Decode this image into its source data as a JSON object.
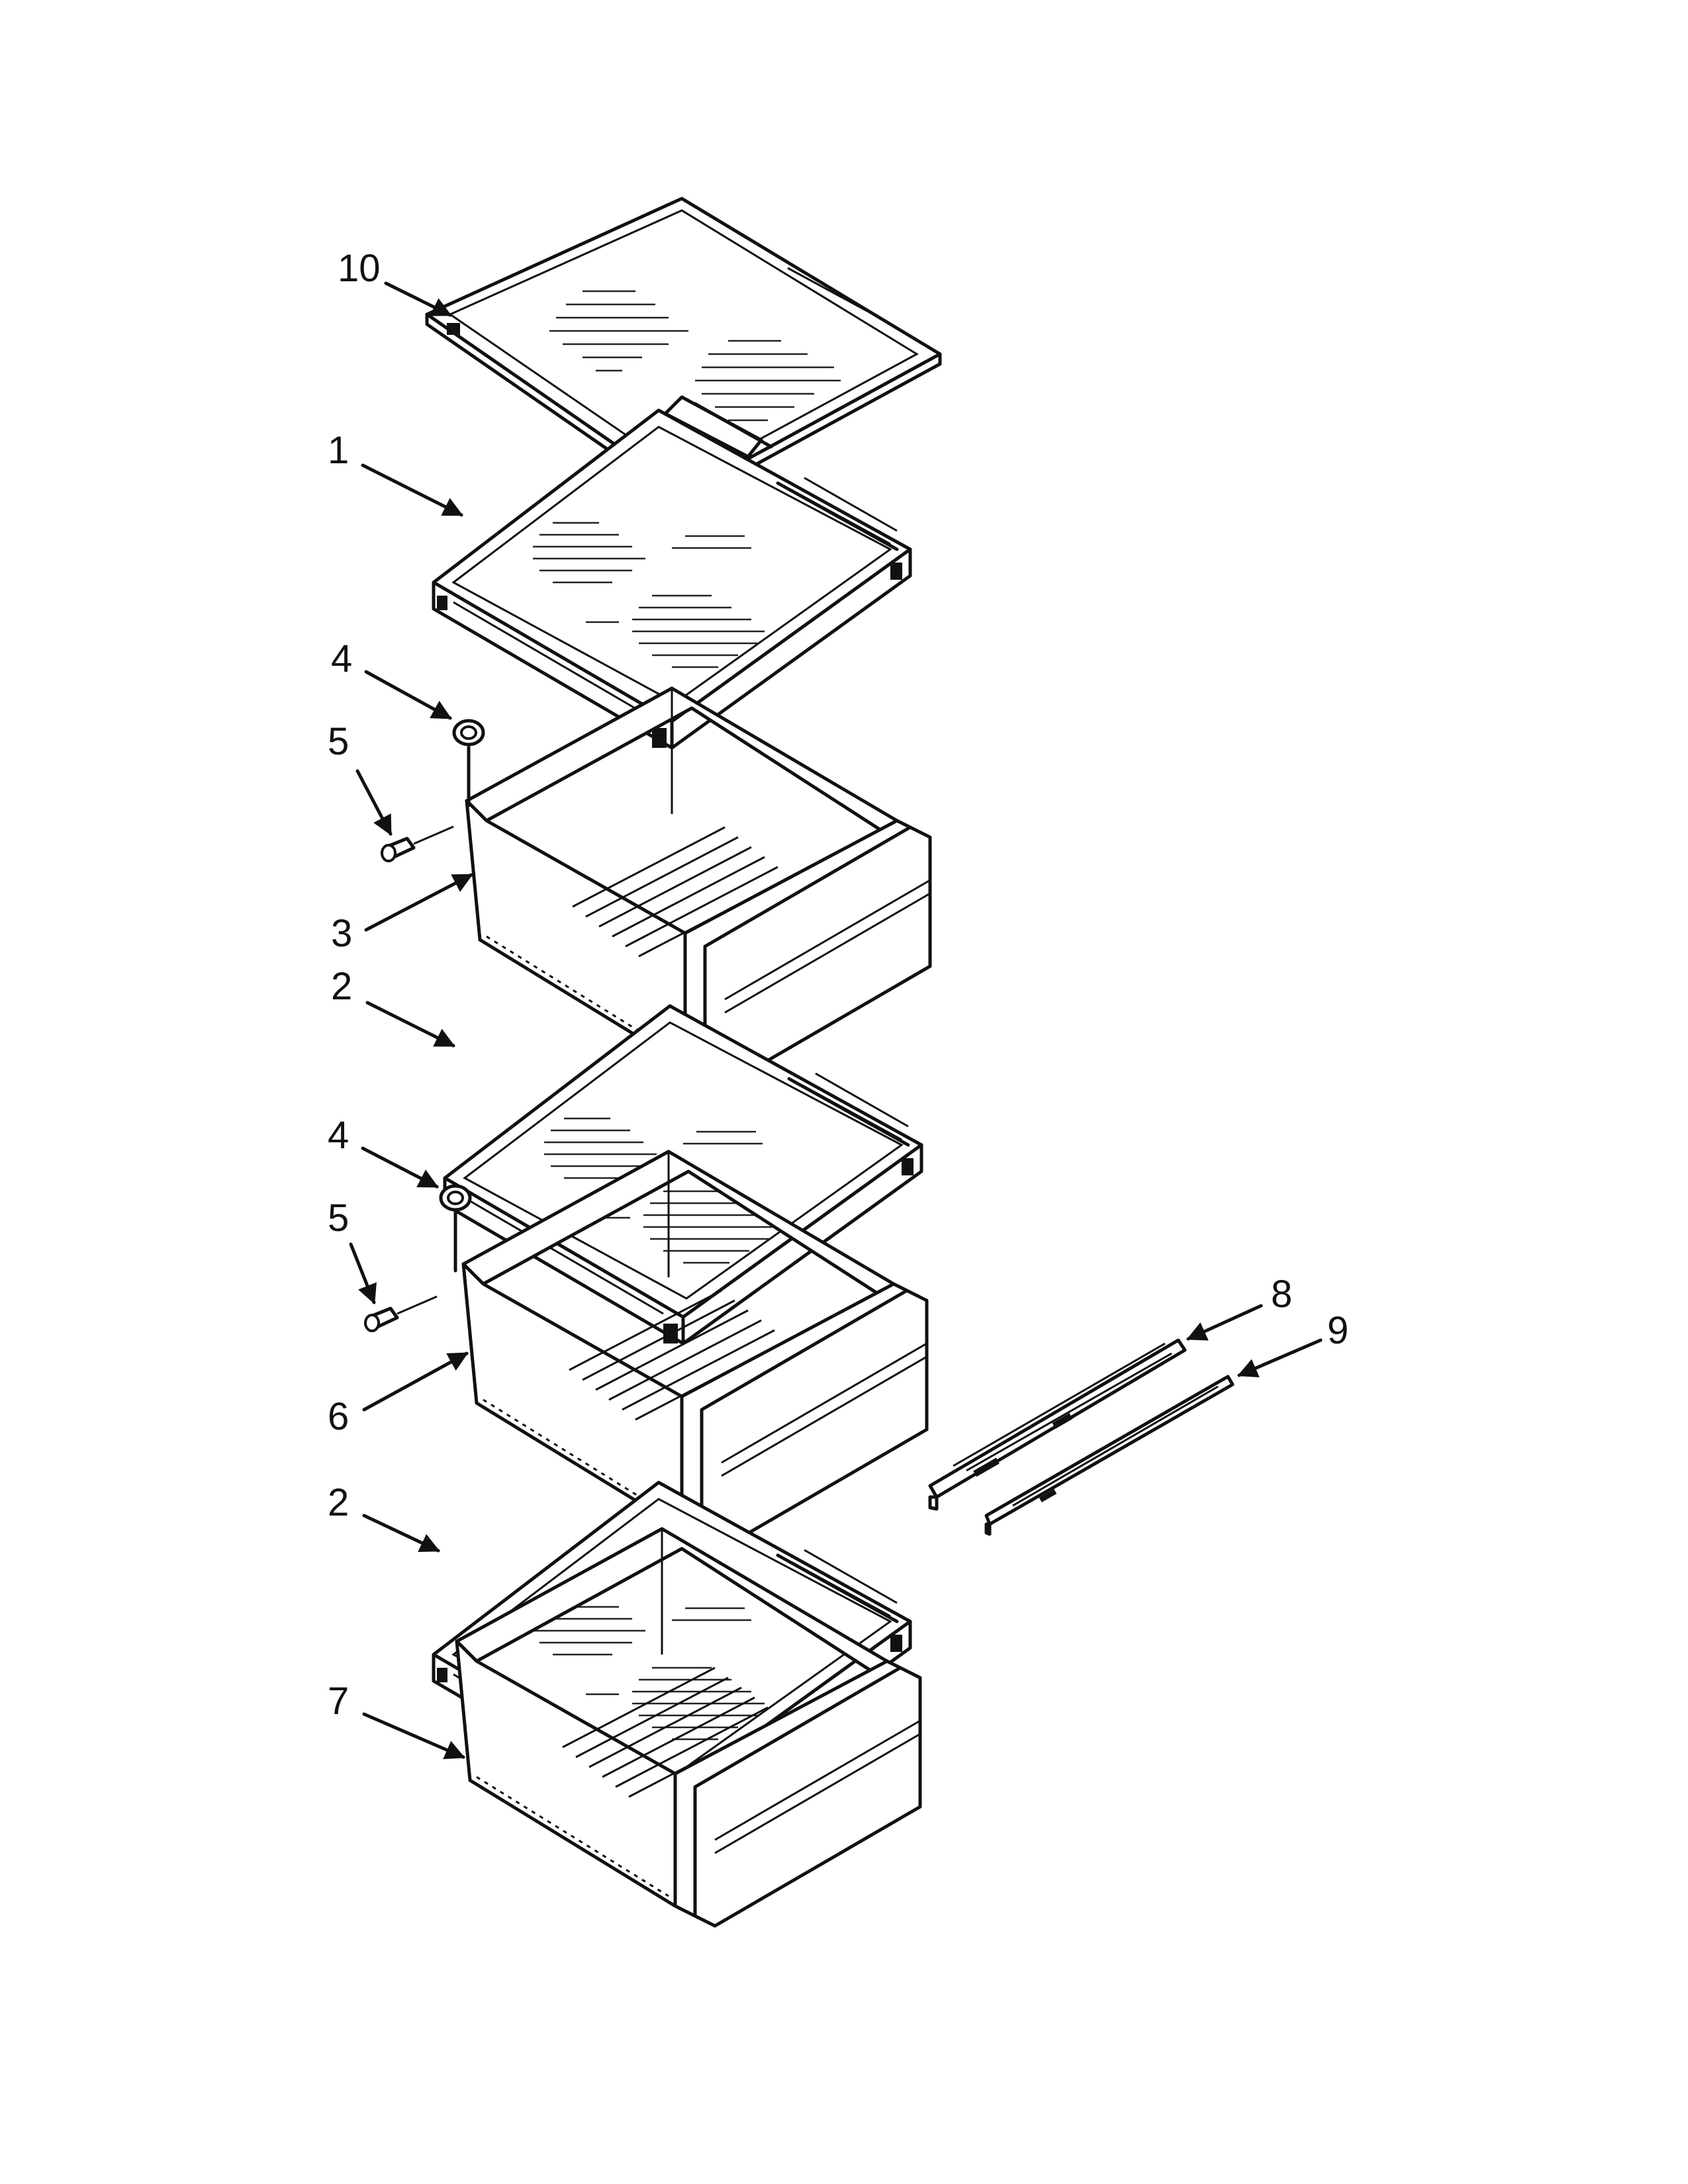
{
  "diagram": {
    "callouts": [
      {
        "id": "c10a",
        "label": "10"
      },
      {
        "id": "c1",
        "label": "1"
      },
      {
        "id": "c4a",
        "label": "4"
      },
      {
        "id": "c5a",
        "label": "5"
      },
      {
        "id": "c3",
        "label": "3"
      },
      {
        "id": "c2a",
        "label": "2"
      },
      {
        "id": "c4b",
        "label": "4"
      },
      {
        "id": "c5b",
        "label": "5"
      },
      {
        "id": "c6",
        "label": "6"
      },
      {
        "id": "c8",
        "label": "8"
      },
      {
        "id": "c9",
        "label": "9"
      },
      {
        "id": "c2b",
        "label": "2"
      },
      {
        "id": "c7",
        "label": "7"
      }
    ]
  }
}
